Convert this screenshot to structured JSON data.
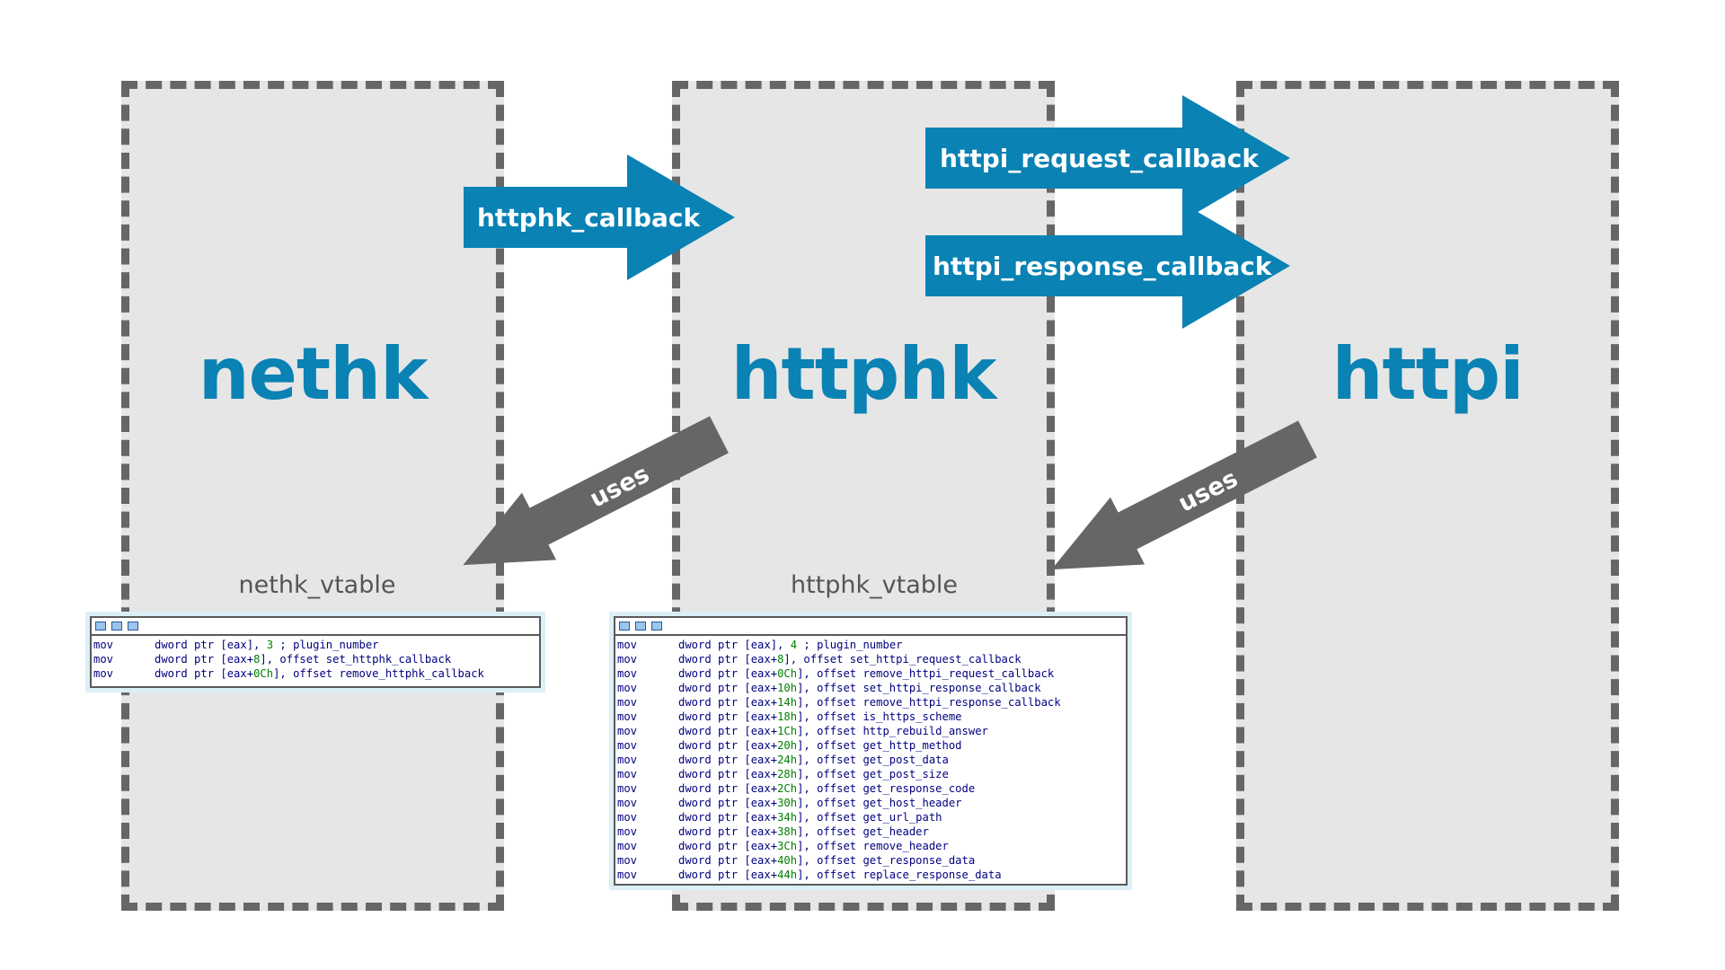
{
  "modules": [
    {
      "id": "nethk",
      "title": "nethk",
      "vtable_label": "nethk_vtable"
    },
    {
      "id": "httphk",
      "title": "httphk",
      "vtable_label": "httphk_vtable"
    },
    {
      "id": "httpi",
      "title": "httpi",
      "vtable_label": ""
    }
  ],
  "arrows": {
    "httphk_callback": "httphk_callback",
    "httpi_request_callback": "httpi_request_callback",
    "httpi_response_callback": "httpi_response_callback",
    "uses_left": "uses",
    "uses_right": "uses"
  },
  "colors": {
    "accent_blue": "#0a82b4",
    "box_fill": "#e6e6e6",
    "dash": "#666666",
    "uses_arrow": "#666666"
  },
  "code_nethk": [
    {
      "mnem": "mov",
      "dest": "dword ptr [eax], ",
      "num": "3",
      "tail": " ; plugin_number"
    },
    {
      "mnem": "mov",
      "dest": "dword ptr [eax+",
      "num": "8",
      "tail": "], offset set_httphk_callback"
    },
    {
      "mnem": "mov",
      "dest": "dword ptr [eax+",
      "num": "0Ch",
      "tail": "], offset remove_httphk_callback"
    }
  ],
  "code_httphk": [
    {
      "mnem": "mov",
      "dest": "dword ptr [eax], ",
      "num": "4",
      "tail": " ; plugin_number"
    },
    {
      "mnem": "mov",
      "dest": "dword ptr [eax+",
      "num": "8",
      "tail": "], offset set_httpi_request_callback"
    },
    {
      "mnem": "mov",
      "dest": "dword ptr [eax+",
      "num": "0Ch",
      "tail": "], offset remove_httpi_request_callback"
    },
    {
      "mnem": "mov",
      "dest": "dword ptr [eax+",
      "num": "10h",
      "tail": "], offset set_httpi_response_callback"
    },
    {
      "mnem": "mov",
      "dest": "dword ptr [eax+",
      "num": "14h",
      "tail": "], offset remove_httpi_response_callback"
    },
    {
      "mnem": "mov",
      "dest": "dword ptr [eax+",
      "num": "18h",
      "tail": "], offset is_https_scheme"
    },
    {
      "mnem": "mov",
      "dest": "dword ptr [eax+",
      "num": "1Ch",
      "tail": "], offset http_rebuild_answer"
    },
    {
      "mnem": "mov",
      "dest": "dword ptr [eax+",
      "num": "20h",
      "tail": "], offset get_http_method"
    },
    {
      "mnem": "mov",
      "dest": "dword ptr [eax+",
      "num": "24h",
      "tail": "], offset get_post_data"
    },
    {
      "mnem": "mov",
      "dest": "dword ptr [eax+",
      "num": "28h",
      "tail": "], offset get_post_size"
    },
    {
      "mnem": "mov",
      "dest": "dword ptr [eax+",
      "num": "2Ch",
      "tail": "], offset get_response_code"
    },
    {
      "mnem": "mov",
      "dest": "dword ptr [eax+",
      "num": "30h",
      "tail": "], offset get_host_header"
    },
    {
      "mnem": "mov",
      "dest": "dword ptr [eax+",
      "num": "34h",
      "tail": "], offset get_url_path"
    },
    {
      "mnem": "mov",
      "dest": "dword ptr [eax+",
      "num": "38h",
      "tail": "], offset get_header"
    },
    {
      "mnem": "mov",
      "dest": "dword ptr [eax+",
      "num": "3Ch",
      "tail": "], offset remove_header"
    },
    {
      "mnem": "mov",
      "dest": "dword ptr [eax+",
      "num": "40h",
      "tail": "], offset get_response_data"
    },
    {
      "mnem": "mov",
      "dest": "dword ptr [eax+",
      "num": "44h",
      "tail": "], offset replace_response_data"
    }
  ]
}
